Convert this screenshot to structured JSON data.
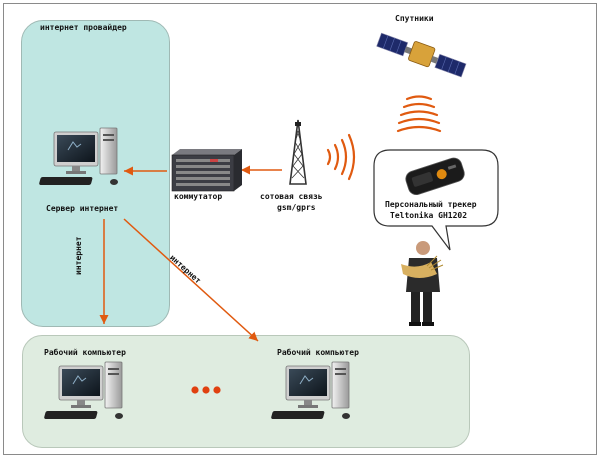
{
  "labels": {
    "provider": "интернет провайдер",
    "satellites": "Спутники",
    "server": "Сервер интернет",
    "switch": "коммутатор",
    "cellular": "сотовая связь",
    "gsm": "gsm/gprs",
    "tracker_line1": "Персональный трекер",
    "tracker_line2": "Teltonika GH1202",
    "workstation_left": "Рабочий компьютер",
    "workstation_right": "Рабочий компьютер",
    "internet_vertical": "интернет",
    "internet_diagonal": "интернет"
  },
  "colors": {
    "arrow": "#e05a10",
    "provider_fill": "#bfe6e2",
    "workstation_fill": "#dfece0",
    "dots": "#e04010"
  }
}
